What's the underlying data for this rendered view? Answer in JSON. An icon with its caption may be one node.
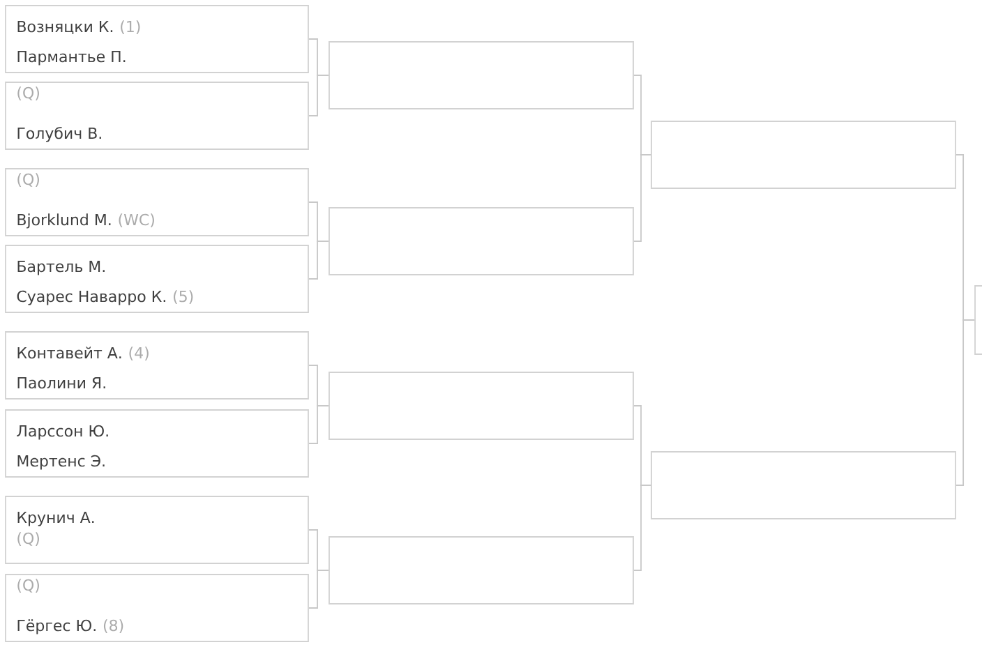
{
  "diagram": {
    "nodes": [
      {
        "text": [
          "Возняцки К.",
          "(1)",
          "Пармантье П."
        ]
      },
      {
        "text": [
          "(Q)",
          "Голубич В."
        ]
      },
      {
        "text": [
          "(Q)",
          "Bjorklund M.",
          "(WC)"
        ]
      },
      {
        "text": [
          "Бартель М.",
          "Суарес Наварро К.",
          "(5)"
        ]
      },
      {
        "text": [
          "Контавейт А.",
          "(4)",
          "Паолини Я."
        ]
      },
      {
        "text": [
          "Ларссон Ю.",
          "Мертенс Э."
        ]
      },
      {
        "text": [
          "Крунич А.",
          "(Q)"
        ]
      },
      {
        "text": [
          "(Q)",
          "Гёргес Ю.",
          "(8)"
        ]
      },
      {
        "text": [],
        "shape": "box"
      },
      {
        "text": [],
        "shape": "box"
      },
      {
        "text": [],
        "shape": "box"
      },
      {
        "text": [],
        "shape": "box"
      },
      {
        "text": [],
        "shape": "box"
      },
      {
        "text": [],
        "shape": "box"
      },
      {
        "text": [],
        "shape": "box"
      }
    ],
    "edges": [
      {
        "from": 0,
        "to": 8,
        "arrow": "none"
      },
      {
        "from": 1,
        "to": 8,
        "arrow": "none"
      },
      {
        "from": 2,
        "to": 9,
        "arrow": "none"
      },
      {
        "from": 3,
        "to": 9,
        "arrow": "none"
      },
      {
        "from": 4,
        "to": 10,
        "arrow": "none"
      },
      {
        "from": 5,
        "to": 10,
        "arrow": "none"
      },
      {
        "from": 6,
        "to": 11,
        "arrow": "none"
      },
      {
        "from": 7,
        "to": 11,
        "arrow": "none"
      },
      {
        "from": 8,
        "to": 12,
        "arrow": "none"
      },
      {
        "from": 9,
        "to": 12,
        "arrow": "none"
      },
      {
        "from": 10,
        "to": 13,
        "arrow": "none"
      },
      {
        "from": 11,
        "to": 13,
        "arrow": "none"
      },
      {
        "from": 12,
        "to": 14,
        "arrow": "none"
      },
      {
        "from": 13,
        "to": 14,
        "arrow": "none"
      }
    ]
  }
}
